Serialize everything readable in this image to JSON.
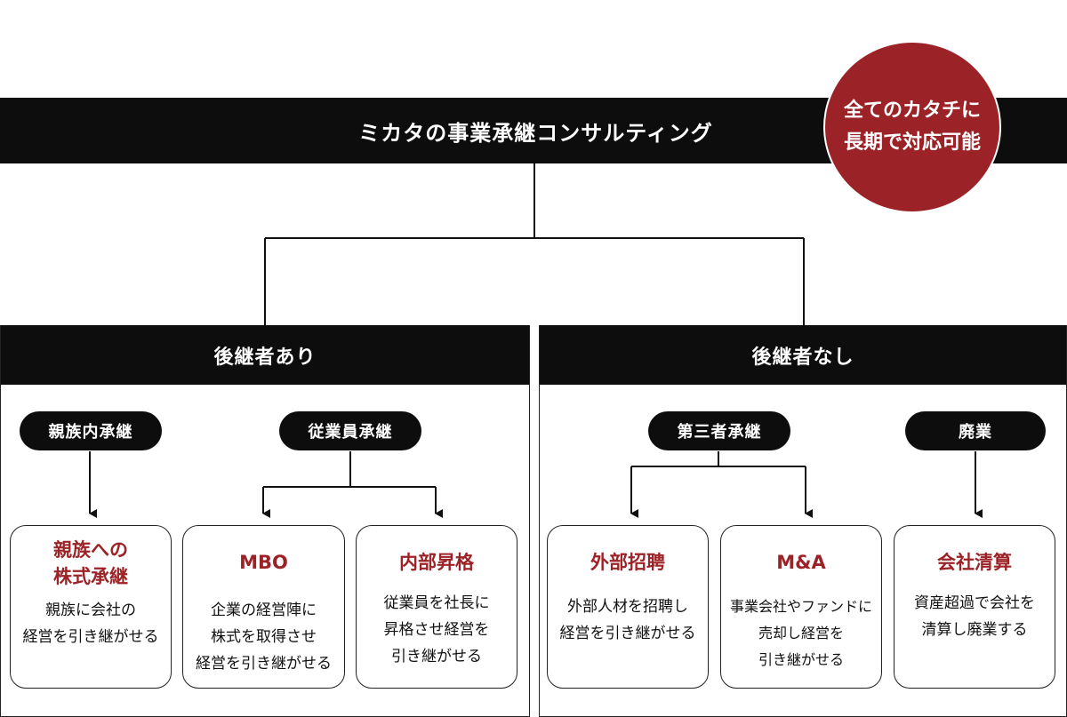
{
  "header": {
    "title": "ミカタの事業承継コンサルティング"
  },
  "badge": {
    "line1": "全てのカタチに",
    "line2": "長期で対応可能"
  },
  "branches": {
    "with_successor": {
      "title": "後継者あり",
      "pills": {
        "family": "親族内承継",
        "employee": "従業員承継"
      },
      "cards": {
        "family_stock": {
          "title_line1": "親族への",
          "title_line2": "株式承継",
          "desc_line1": "親族に会社の",
          "desc_line2": "経営を引き継がせる"
        },
        "mbo": {
          "title": "MBO",
          "desc_line1": "企業の経営陣に",
          "desc_line2": "株式を取得させ",
          "desc_line3": "経営を引き継がせる"
        },
        "internal_promotion": {
          "title": "内部昇格",
          "desc_line1": "従業員を社長に",
          "desc_line2": "昇格させ経営を",
          "desc_line3": "引き継がせる"
        }
      }
    },
    "without_successor": {
      "title": "後継者なし",
      "pills": {
        "third_party": "第三者承継",
        "closure": "廃業"
      },
      "cards": {
        "external_hire": {
          "title": "外部招聘",
          "desc_line1": "外部人材を招聘し",
          "desc_line2": "経営を引き継がせる"
        },
        "ma": {
          "title": "M&A",
          "desc_line1": "事業会社やファンドに",
          "desc_line2": "売却し経営を",
          "desc_line3": "引き継がせる"
        },
        "liquidation": {
          "title": "会社清算",
          "desc_line1": "資産超過で会社を",
          "desc_line2": "清算し廃業する"
        }
      }
    }
  },
  "colors": {
    "black": "#0d0d0d",
    "accent_red": "#9b2327",
    "white": "#ffffff"
  }
}
